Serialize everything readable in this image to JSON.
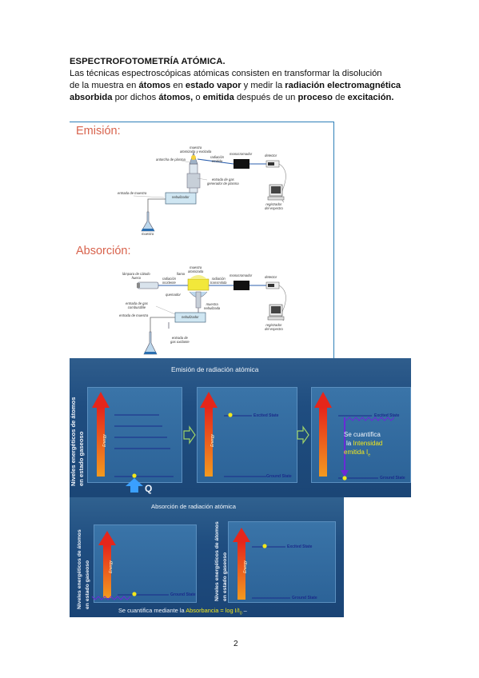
{
  "heading": "ESPECTROFOTOMETRÍA ATÓMICA.",
  "paragraph": {
    "line1": "Las técnicas espectroscópicas atómicas consisten en transformar la disolución",
    "line2_a": "de la muestra en ",
    "line2_b": "átomos",
    "line2_c": " en ",
    "line2_d": "estado vapor",
    "line2_e": " y medir la ",
    "line2_f": "radiación electromagnética",
    "line3_a": "absorbida",
    "line3_b": " por dichos ",
    "line3_c": "átomos,",
    "line3_d": " o ",
    "line3_e": "emitida",
    "line3_f": " después de un ",
    "line3_g": "proceso",
    "line3_h": " de ",
    "line3_i": "excitación."
  },
  "figure_emission": {
    "title": "Emisión:",
    "labels": {
      "muestra_atomizada": "muestra\natomizada y excitada",
      "antorcha": "antorcha de plasma",
      "radiacion_emitida": "radiación\nemitida",
      "monocromador": "monocromador",
      "detector": "detector",
      "entrada_gas": "entrada de gas\ngenerador de plasma",
      "entrada_muestra": "entrada de muestra",
      "nebulizador": "nebulizador",
      "registrador": "registrador\ndel espectro",
      "muestra": "muestra"
    }
  },
  "figure_absorption": {
    "title": "Absorción:",
    "labels": {
      "lampara": "lámpara de cátodo\nhueco",
      "radiacion_incidente": "radiación\nincidente",
      "muestra_atomizada": "muestra\natomizada",
      "llama": "llama",
      "radiacion_transmitida": "radiación\ntransmitida",
      "monocromador": "monocromador",
      "detector": "detector",
      "quemador": "quemador",
      "entrada_gas_combustible": "entrada de gas\ncombustible",
      "entrada_muestra": "entrada de muestra",
      "muestra_nebulizada": "muestra\nnebulizada",
      "nebulizador": "nebulizador",
      "entrada_gas_oxidante": "entrada de\ngas oxidante",
      "registrador": "registrador\ndel espectro"
    }
  },
  "emission_slide": {
    "title": "Emisión de radiación atómica",
    "side_label_1": "Niveles energéticos de átomos",
    "side_label_2": "en estado gaseoso",
    "energy_label": "Energy",
    "excited_state": "Excited State",
    "ground_state": "Ground State",
    "q_label": "Q",
    "quantify_1": "Se cuantifica",
    "quantify_2": "la ",
    "quantify_intensity": "Intensidad",
    "quantify_3": "emitida I",
    "quantify_sub": "e"
  },
  "absorption_slide": {
    "title": "Absorción de radiación atómica",
    "side_label_1": "Niveles energéticos de átomos",
    "side_label_2": "en estado gaseoso",
    "energy_label": "Energy",
    "excited_state": "Excited State",
    "ground_state": "Ground State",
    "bottom_text": "Se cuantifica mediante la ",
    "bottom_absorbance": "Absorbancia",
    "bottom_eq": " =  log I/I",
    "bottom_sub": "0",
    "bottom_dash": "  –"
  },
  "page_number": "2",
  "colors": {
    "title_red": "#d8634d",
    "slide_bg": "#1f4d80",
    "arrow_red": "#e5261b",
    "arrow_orange": "#f08a1c",
    "level_line": "#1a2b8a",
    "dot_yellow": "#f3e81a",
    "highlight_yellow": "#f3e81a",
    "emission_purple": "#6a2bd6"
  }
}
